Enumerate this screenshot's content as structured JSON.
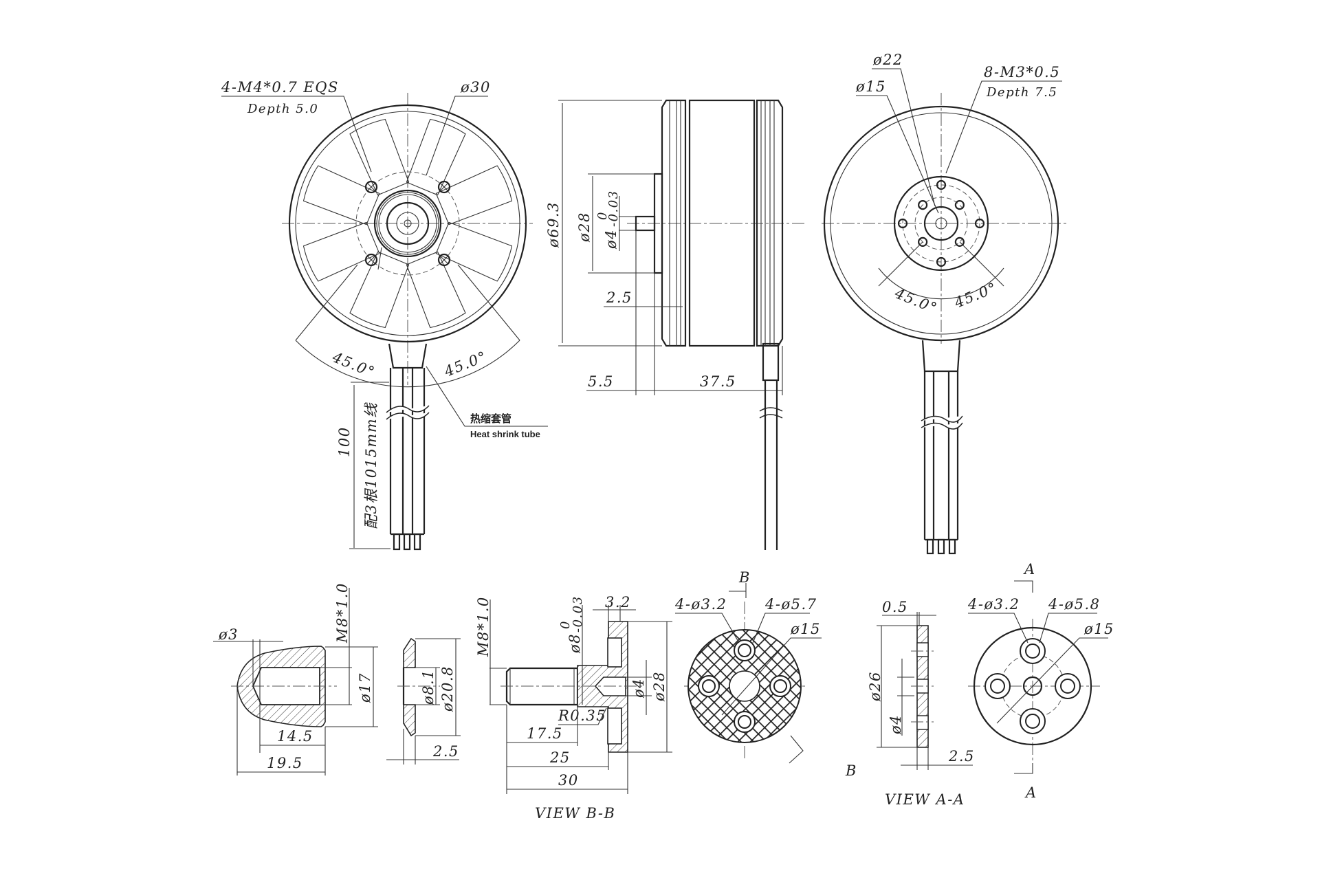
{
  "front_view": {
    "thread_callout": "4-M4*0.7 EQS",
    "thread_depth": "Depth 5.0",
    "bolt_circle": "ø30",
    "angle_left": "45.0°",
    "angle_right": "45.0°",
    "wire_length": "100",
    "wire_note": "配3根1015mm线",
    "tube_label_cn": "热缩套管",
    "tube_label_en": "Heat shrink tube"
  },
  "side_view": {
    "outer_diameter": "ø69.3",
    "base_diameter": "ø28",
    "shaft_diameter": "ø4",
    "shaft_tol_upper": "0",
    "shaft_tol_lower": "-0.03",
    "base_thickness": "2.5",
    "shaft_length": "5.5",
    "body_length": "37.5"
  },
  "rear_view": {
    "circle_outer": "ø22",
    "circle_inner": "ø15",
    "thread_callout": "8-M3*0.5",
    "thread_depth": "Depth 7.5",
    "angle_left": "45.0°",
    "angle_right": "45.0°"
  },
  "prop_nut": {
    "tip_diameter": "ø3",
    "thread": "M8*1.0",
    "flange_diameter": "ø17",
    "bore_length": "14.5",
    "total_length": "19.5"
  },
  "washer": {
    "inner_diameter": "ø8.1",
    "outer_diameter": "ø20.8",
    "thickness": "2.5"
  },
  "prop_adapter": {
    "thread": "M8*1.0",
    "shank_diameter": "ø8",
    "shank_tol_upper": "0",
    "shank_tol_lower": "-0.03",
    "flange_thickness": "3.2",
    "bore_diameter": "ø4",
    "flange_diameter": "ø28",
    "fillet": "R0.35",
    "thread_length": "17.5",
    "shoulder_length": "25",
    "total_length": "30",
    "view_label": "VIEW B-B",
    "hole_small": "4-ø3.2",
    "hole_counterbore": "4-ø5.7",
    "bolt_circle": "ø15",
    "section_mark_top": "B",
    "section_mark_bottom": "B"
  },
  "prop_plate": {
    "step": "0.5",
    "outer_diameter": "ø26",
    "bore_diameter": "ø4",
    "thickness": "2.5",
    "view_label": "VIEW A-A",
    "hole_small": "4-ø3.2",
    "hole_counterbore": "4-ø5.8",
    "bolt_circle": "ø15",
    "section_mark_top": "A",
    "section_mark_bottom": "A"
  }
}
